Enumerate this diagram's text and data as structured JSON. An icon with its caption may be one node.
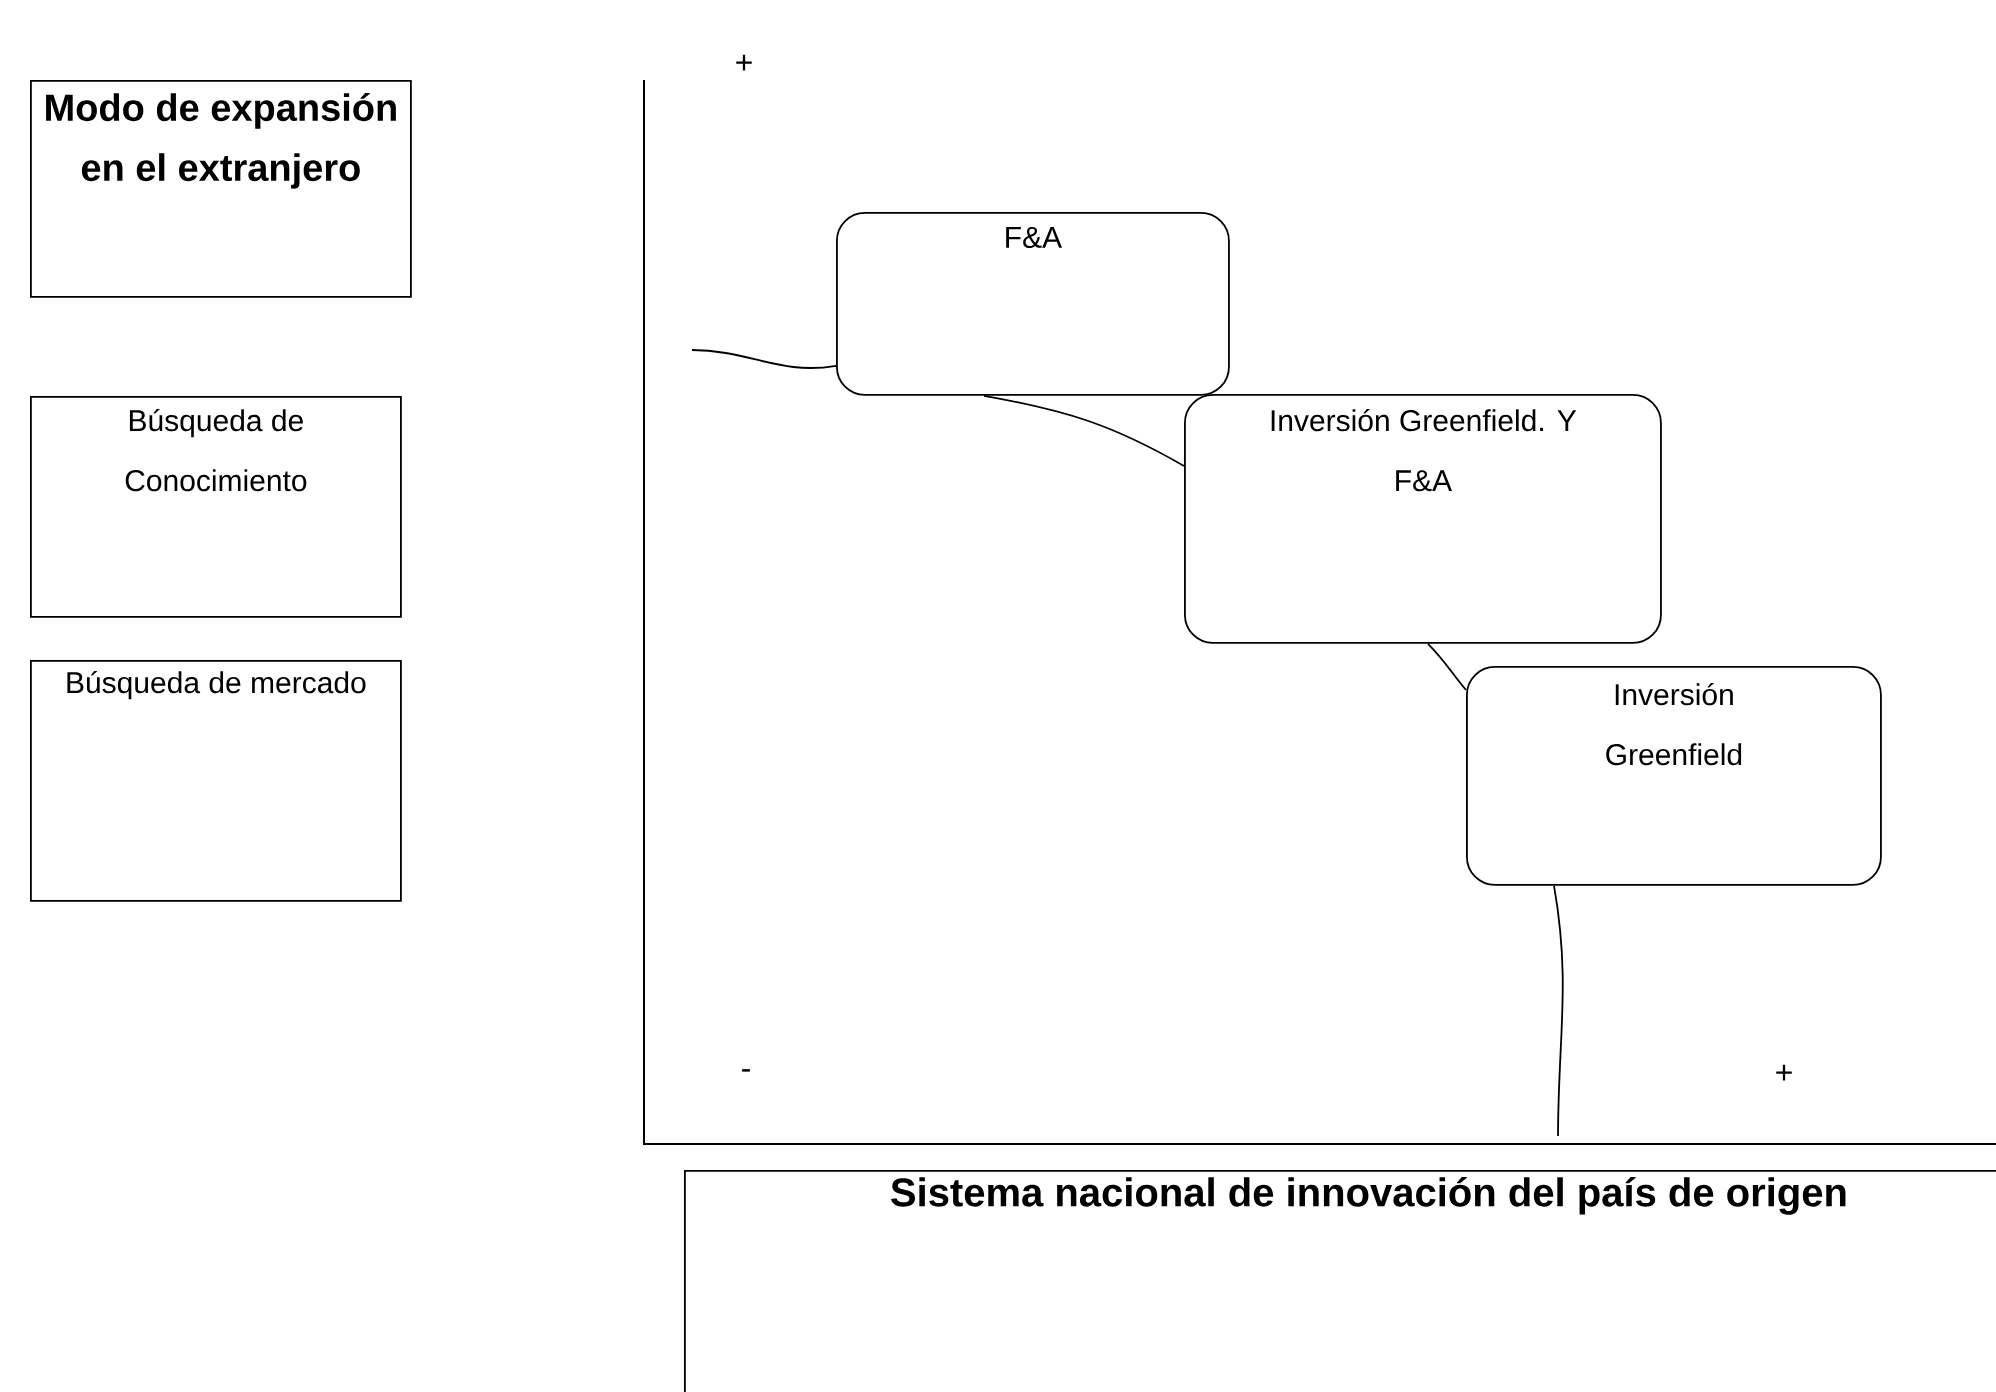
{
  "diagram": {
    "nodes": [
      {
        "text": [
          "Modo de expansión en el extranjero"
        ]
      },
      {
        "text": [
          "Búsqueda de Conocimiento"
        ]
      },
      {
        "text": [
          "Búsqueda de mercado"
        ]
      },
      {
        "text": [
          "F&A"
        ]
      },
      {
        "text": [
          "Inversión Greenfield. Y F&A"
        ]
      },
      {
        "text": [
          "Inversión Greenfield"
        ]
      },
      {
        "text": [
          "Sistema nacional de innovación del país de origen"
        ]
      }
    ],
    "edges": [
      {
        "from": null,
        "to": 3,
        "arrow": "none"
      },
      {
        "from": 3,
        "to": 4,
        "arrow": "none"
      },
      {
        "from": 4,
        "to": 5,
        "arrow": "none"
      },
      {
        "from": 5,
        "to": null,
        "arrow": "none"
      }
    ],
    "labels": [
      "+",
      "-",
      "+"
    ]
  }
}
